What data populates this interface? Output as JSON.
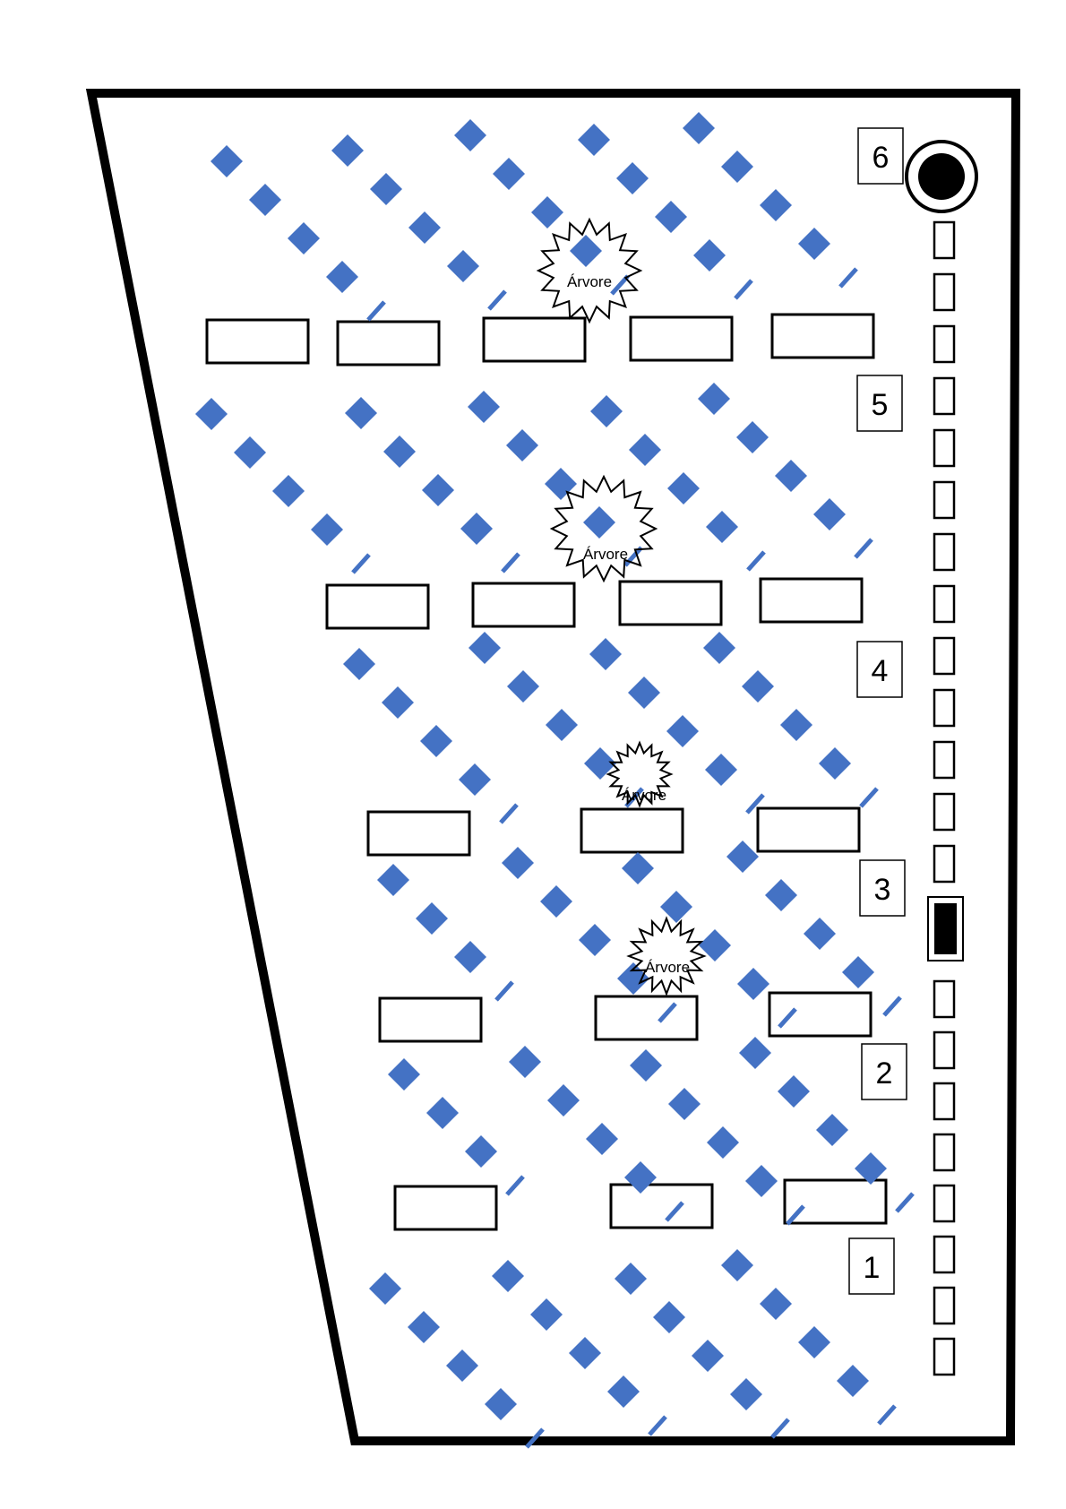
{
  "colors": {
    "diamond": "#4472C4",
    "outline": "#000000",
    "background": "#ffffff"
  },
  "zones": [
    {
      "label": "1",
      "icon": "zone-number-box"
    },
    {
      "label": "2",
      "icon": "zone-number-box"
    },
    {
      "label": "3",
      "icon": "zone-number-box"
    },
    {
      "label": "4",
      "icon": "zone-number-box"
    },
    {
      "label": "5",
      "icon": "zone-number-box"
    },
    {
      "label": "6",
      "icon": "zone-number-box"
    }
  ],
  "trees": [
    {
      "label": "Árvore"
    },
    {
      "label": "Árvore"
    },
    {
      "label": "Árvore"
    },
    {
      "label": "Árvore"
    }
  ],
  "icons": {
    "diamond": "diamond-marker-icon",
    "bench": "rectangle-bench-icon",
    "tree": "starburst-tree-icon",
    "circle": "circle-target-icon",
    "square": "small-square-icon",
    "filled_square": "filled-square-icon"
  }
}
